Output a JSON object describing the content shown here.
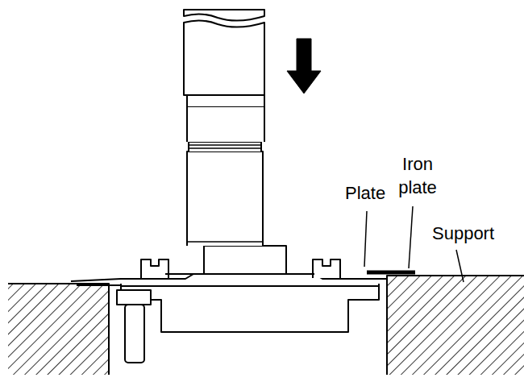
{
  "diagram": {
    "labels": [
      "Plate",
      "Iron plate",
      "Support"
    ]
  }
}
